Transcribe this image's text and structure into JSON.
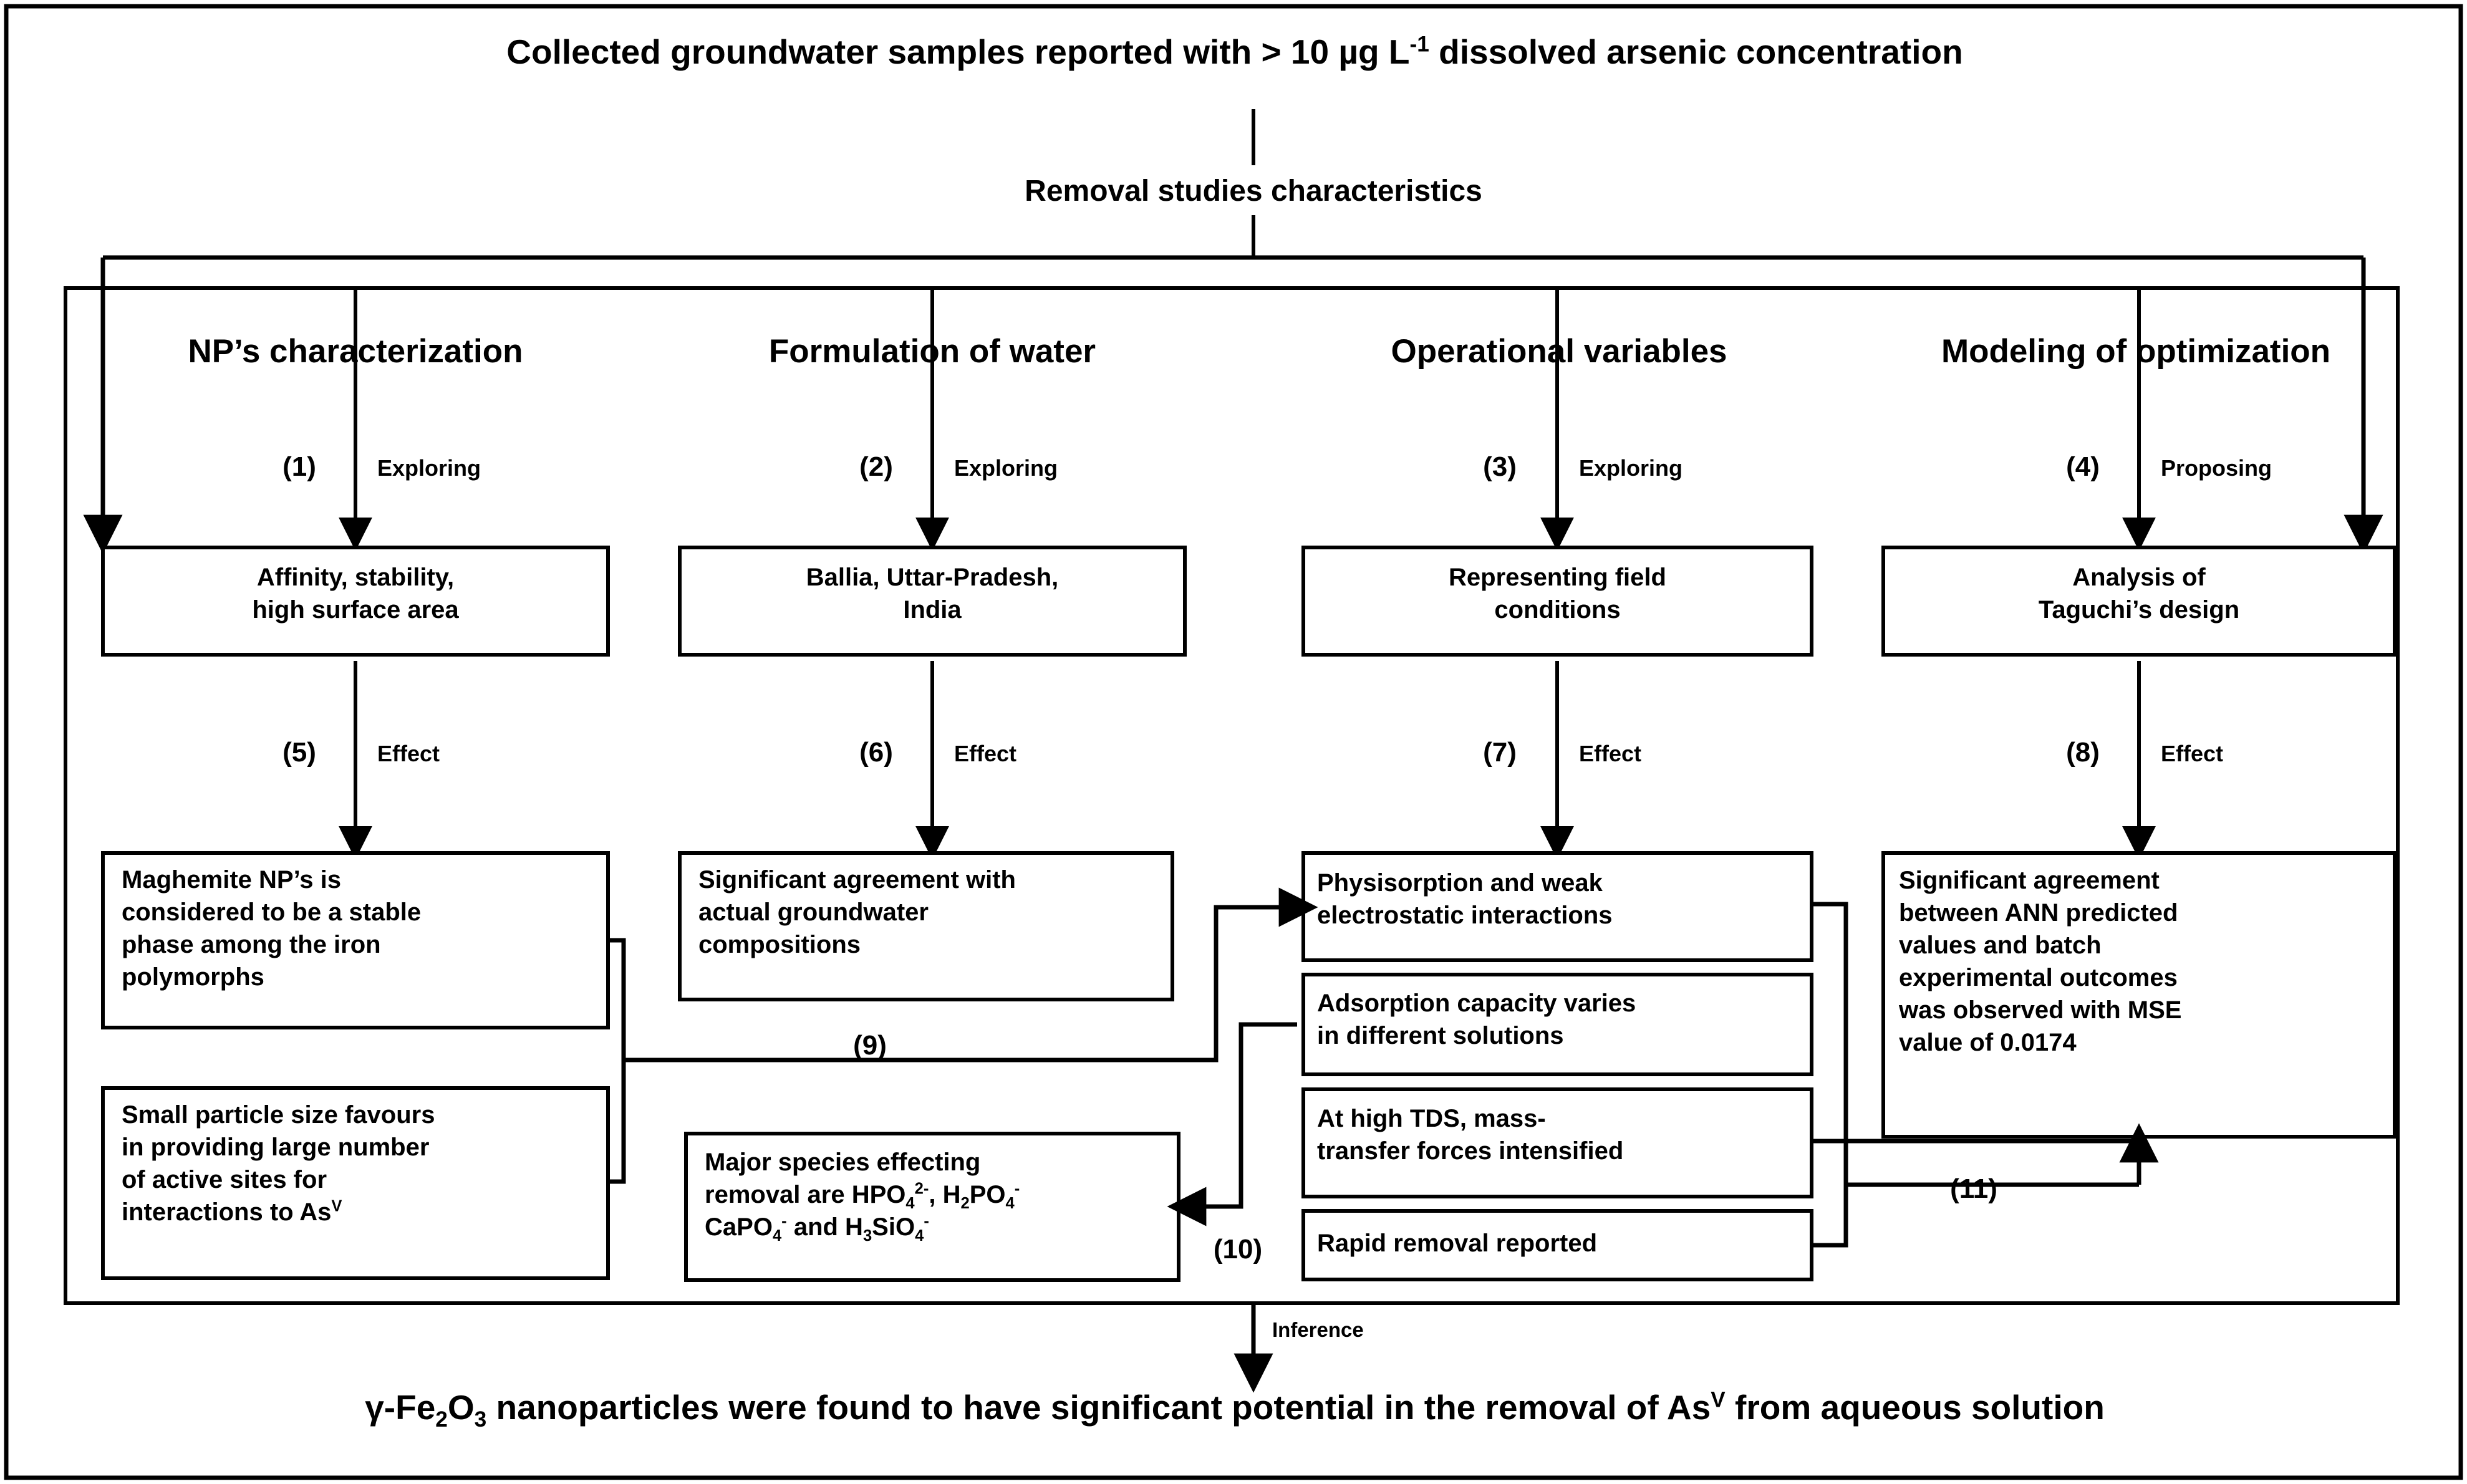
{
  "figure": {
    "type": "flowchart",
    "title_text": "Collected groundwater samples reported with > 10 µg L-1 dissolved arsenic concentration",
    "title_prefix": "Collected groundwater samples reported with > 10 µg L",
    "title_sup": "-1",
    "title_suffix": " dissolved arsenic concentration",
    "subtitle": "Removal studies characteristics",
    "inference_label": "Inference",
    "conclusion_prefix": "γ-Fe",
    "conclusion_sub1": "2",
    "conclusion_mid": "O",
    "conclusion_sub2": "3",
    "conclusion_body": " nanoparticles were found to have significant potential in the removal of As",
    "conclusion_sup": "V",
    "conclusion_tail": " from aqueous solution",
    "frame_color": "#000000",
    "background_color": "#ffffff"
  },
  "columns": [
    {
      "id": "np-characterization",
      "header": "NP’s characterization",
      "step_number": "(1)",
      "step_label": "Exploring",
      "row1_lines": [
        "Affinity, stability,",
        "high surface area"
      ],
      "effect_number": "(5)",
      "effect_label": "Effect",
      "row2_lines": [
        "Maghemite NP’s is",
        "considered to be a stable",
        "phase among the iron",
        "polymorphs"
      ],
      "row3_lines": [
        "Small particle size favours",
        "in providing large number",
        "of active sites for",
        "interactions to As"
      ],
      "row3_sup": "V"
    },
    {
      "id": "formulation-of-water",
      "header": "Formulation of water",
      "step_number": "(2)",
      "step_label": "Exploring",
      "row1_lines": [
        "Ballia, Uttar-Pradesh,",
        "India"
      ],
      "effect_number": "(6)",
      "effect_label": "Effect",
      "row2_lines": [
        "Significant agreement with",
        "actual groundwater",
        "compositions"
      ],
      "row3_line1_a": "Major species effecting",
      "row3_line2_a": "removal are HPO",
      "row3_line2_sub": "4",
      "row3_line2_sup": "2-",
      "row3_line2_b": ", H",
      "row3_line2_sub2": "2",
      "row3_line2_c": "PO",
      "row3_line2_sub3": "4",
      "row3_line2_sup2": "-",
      "row3_line3_a": "CaPO",
      "row3_line3_sub": "4",
      "row3_line3_sup": "-",
      "row3_line3_b": " and H",
      "row3_line3_sub2": "3",
      "row3_line3_c": "SiO",
      "row3_line3_sub3": "4",
      "row3_line3_sup2": "-"
    },
    {
      "id": "operational-variables",
      "header": "Operational variables",
      "step_number": "(3)",
      "step_label": "Exploring",
      "row1_lines": [
        "Representing field",
        "conditions"
      ],
      "effect_number": "(7)",
      "effect_label": "Effect",
      "box_a_lines": [
        "Physisorption and weak",
        "electrostatic interactions"
      ],
      "box_b_lines": [
        "Adsorption capacity varies",
        "in different solutions"
      ],
      "box_c_lines": [
        "At high TDS, mass-",
        "transfer forces intensified"
      ],
      "box_d_lines": [
        "Rapid removal reported"
      ]
    },
    {
      "id": "modeling-of-optimization",
      "header": "Modeling of optimization",
      "step_number": "(4)",
      "step_label": "Proposing",
      "row1_lines": [
        "Analysis of",
        "Taguchi’s design"
      ],
      "effect_number": "(8)",
      "effect_label": "Effect",
      "row2_lines": [
        "Significant agreement",
        "between ANN predicted",
        "values and batch",
        "experimental outcomes",
        "was observed with MSE",
        "value of 0.0174"
      ]
    }
  ],
  "connectors": {
    "link9": "(9)",
    "link10": "(10)",
    "link11": "(11)"
  }
}
